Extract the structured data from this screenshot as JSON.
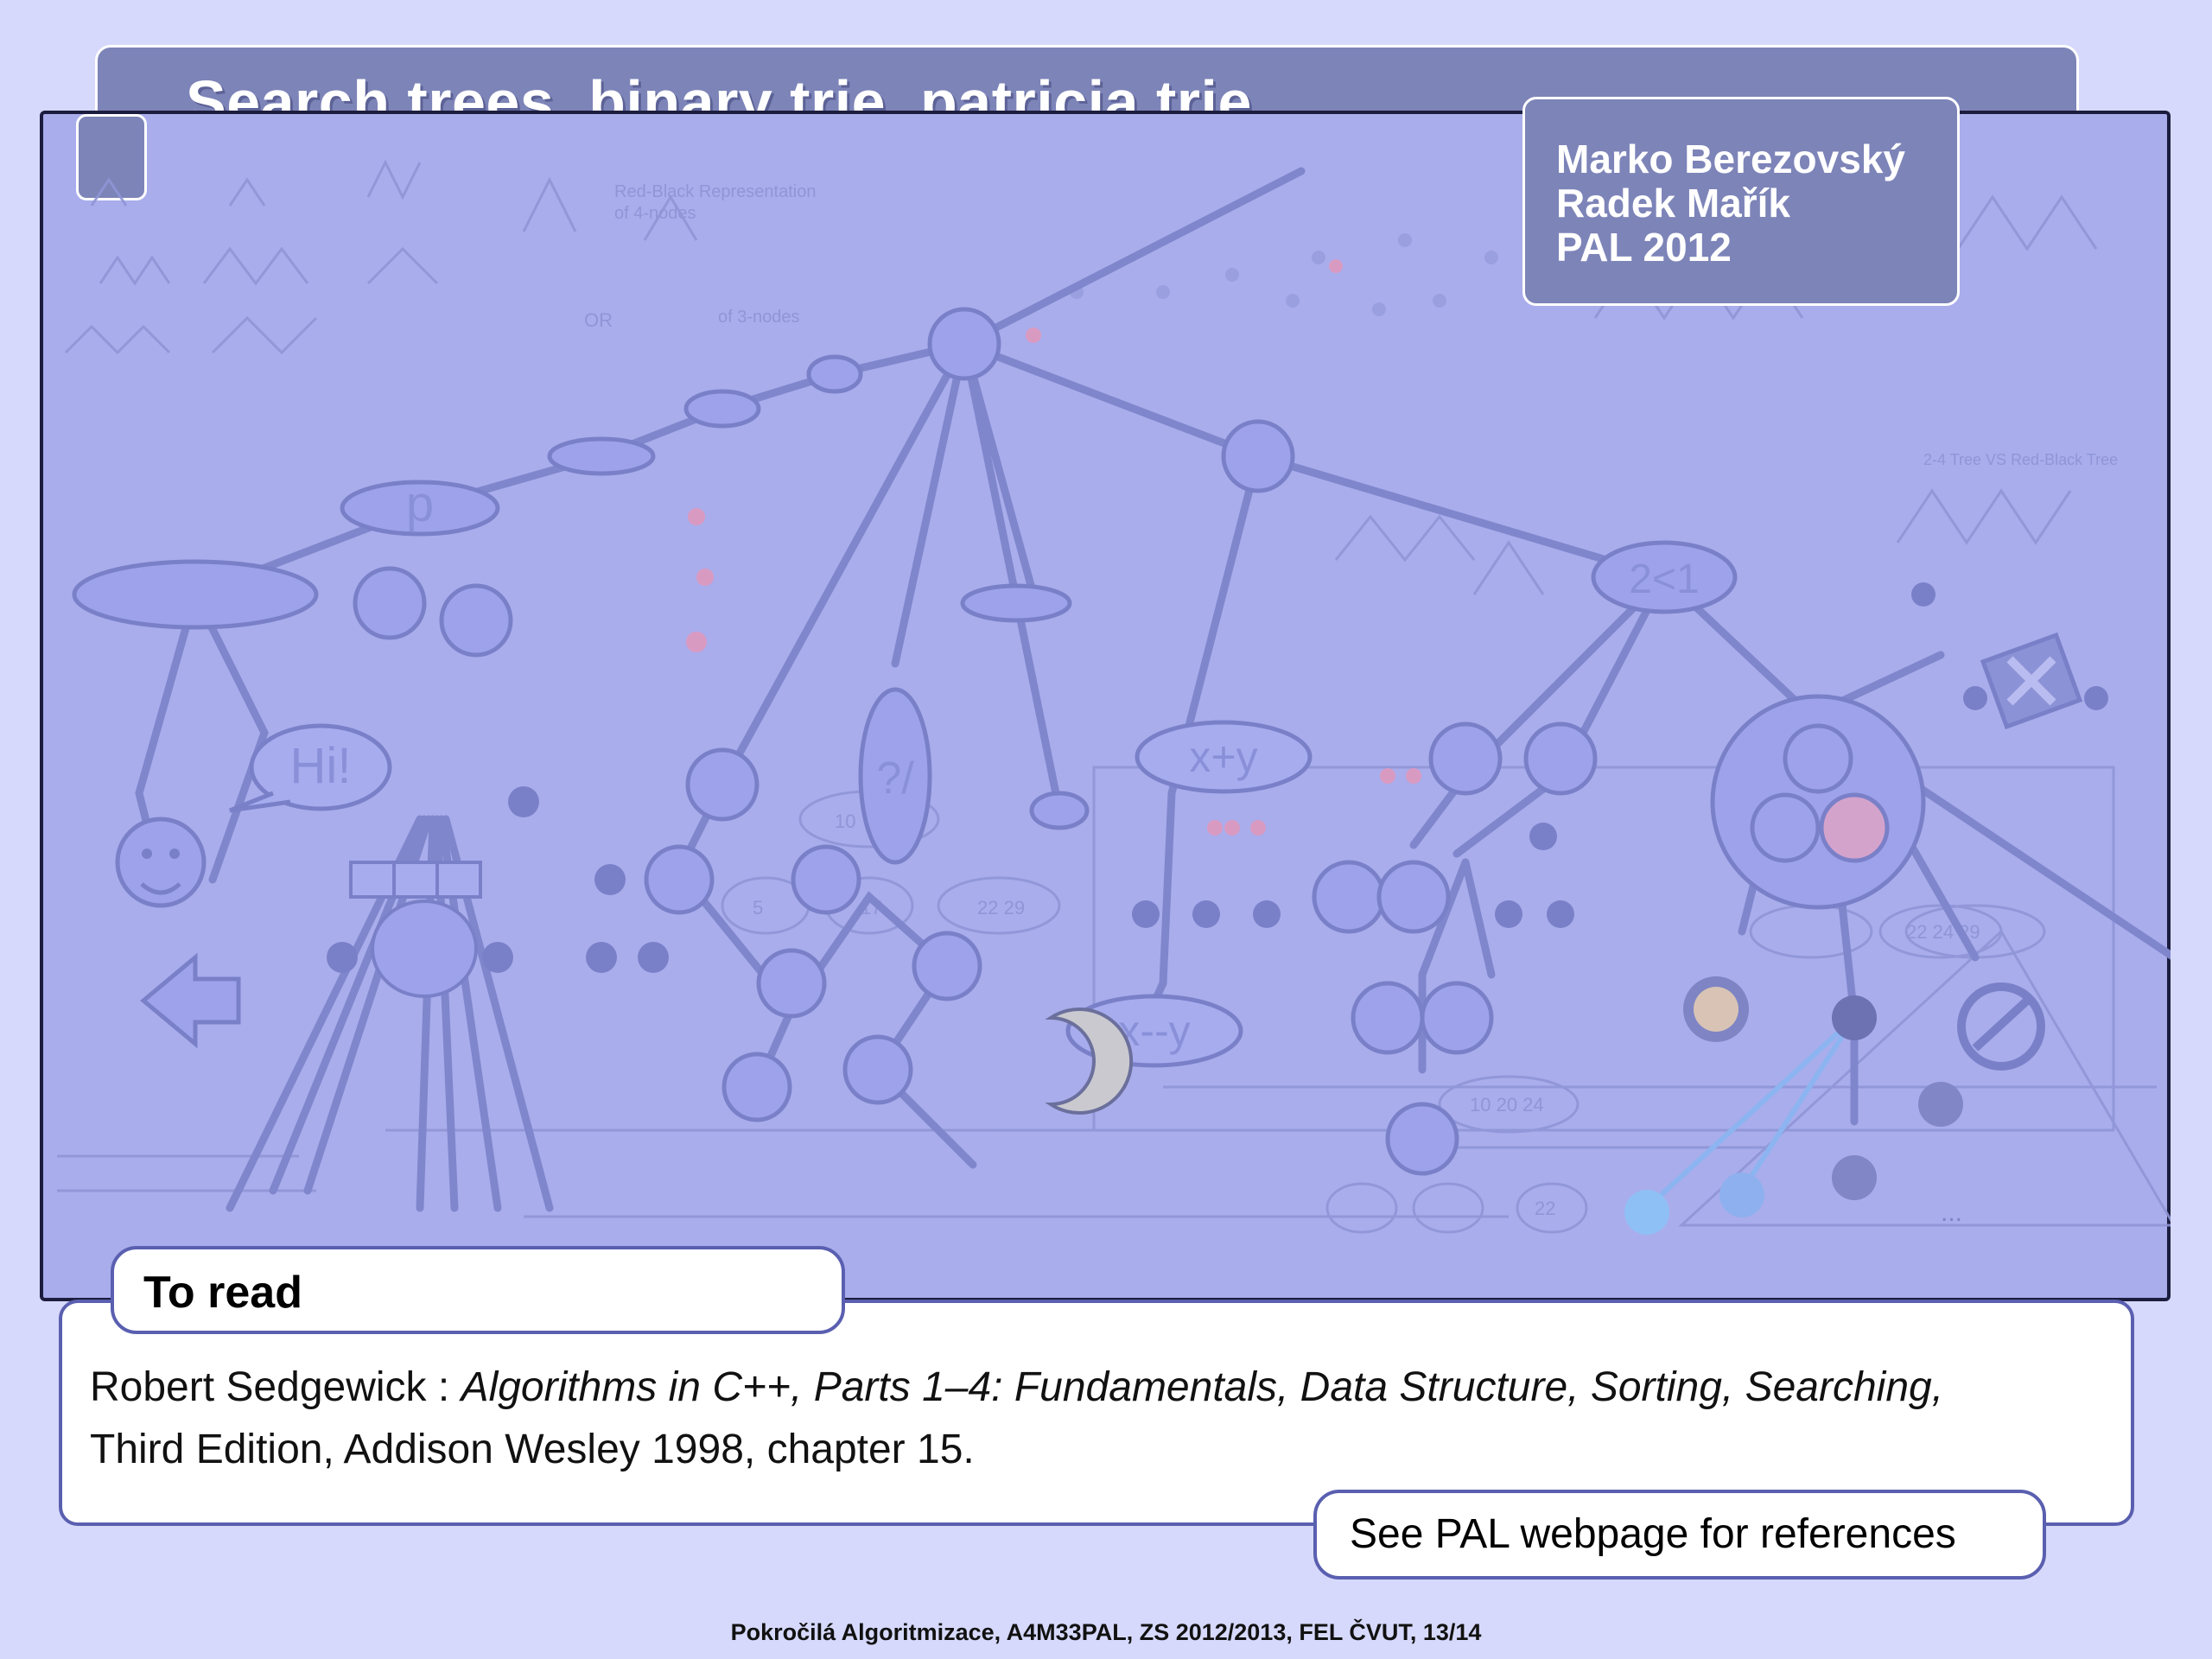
{
  "slide": {
    "title": "Search trees, binary trie, patricia trie",
    "authors": [
      "Marko Berezovský",
      "Radek Mařík",
      "PAL 2012"
    ]
  },
  "illustration": {
    "labels": {
      "p": "p",
      "hi": "Hi!",
      "qs": "?/",
      "xpy": "x+y",
      "xmy": "x--y",
      "lt": "2<1",
      "rb_rep": "Red-Black Representation",
      "rb_rep2": "of 4-nodes",
      "or": "OR",
      "three_nodes": "of 3-nodes",
      "rb_vs": "2-4 Tree VS Red-Black Tree",
      "n10": "10",
      "n5": "5",
      "n17": "17",
      "n2229": "22 29",
      "n102024": "10 20 24",
      "n222429": "22 24 29",
      "n22": "22",
      "dots": "..."
    }
  },
  "to_read": {
    "heading": "To read",
    "author": "Robert Sedgewick : ",
    "book_title": "Algorithms in C++, Parts 1–4: Fundamentals, Data Structure, Sorting, Searching,",
    "details": "Third Edition, Addison Wesley 1998,  chapter 15."
  },
  "see_note": "See PAL webpage for references",
  "footer": "Pokročilá Algoritmizace, A4M33PAL, ZS 2012/2013, FEL ČVUT,  13/14",
  "colors": {
    "background": "#d6d9fb",
    "panel": "#a9adec",
    "title_bar": "#7d84b8",
    "box_border": "#5a5fb0"
  }
}
